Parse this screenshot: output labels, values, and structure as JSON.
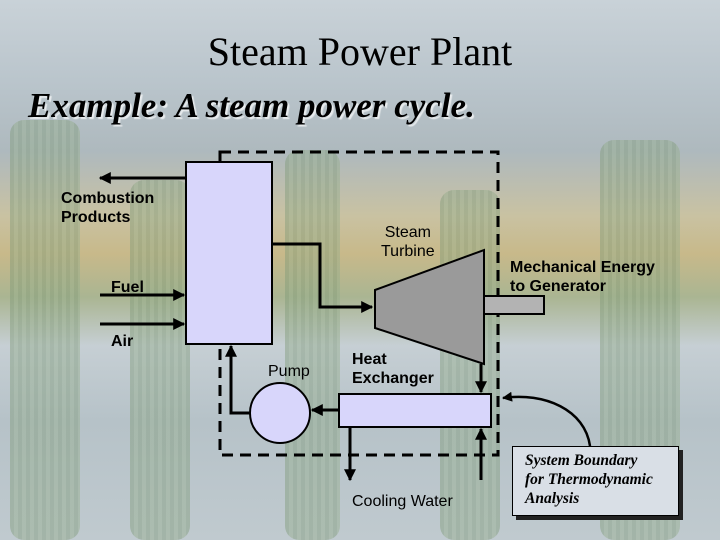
{
  "slide": {
    "title": "Steam Power Plant",
    "subtitle": "Example:  A steam power cycle."
  },
  "labels": {
    "combustion_products": "Combustion\nProducts",
    "fuel": "Fuel",
    "air": "Air",
    "steam_turbine": "Steam\nTurbine",
    "mechanical_energy": "Mechanical Energy\nto Generator",
    "pump": "Pump",
    "heat_exchanger": "Heat\nExchanger",
    "cooling_water": "Cooling Water",
    "system_boundary": "System Boundary\nfor Thermodynamic\nAnalysis"
  },
  "colors": {
    "boiler_fill": "#d8d6fb",
    "turbine_fill": "#9a9a9a",
    "exchanger_fill": "#d8d6fb",
    "pump_fill": "#d8d6fb",
    "line": "#000000"
  }
}
